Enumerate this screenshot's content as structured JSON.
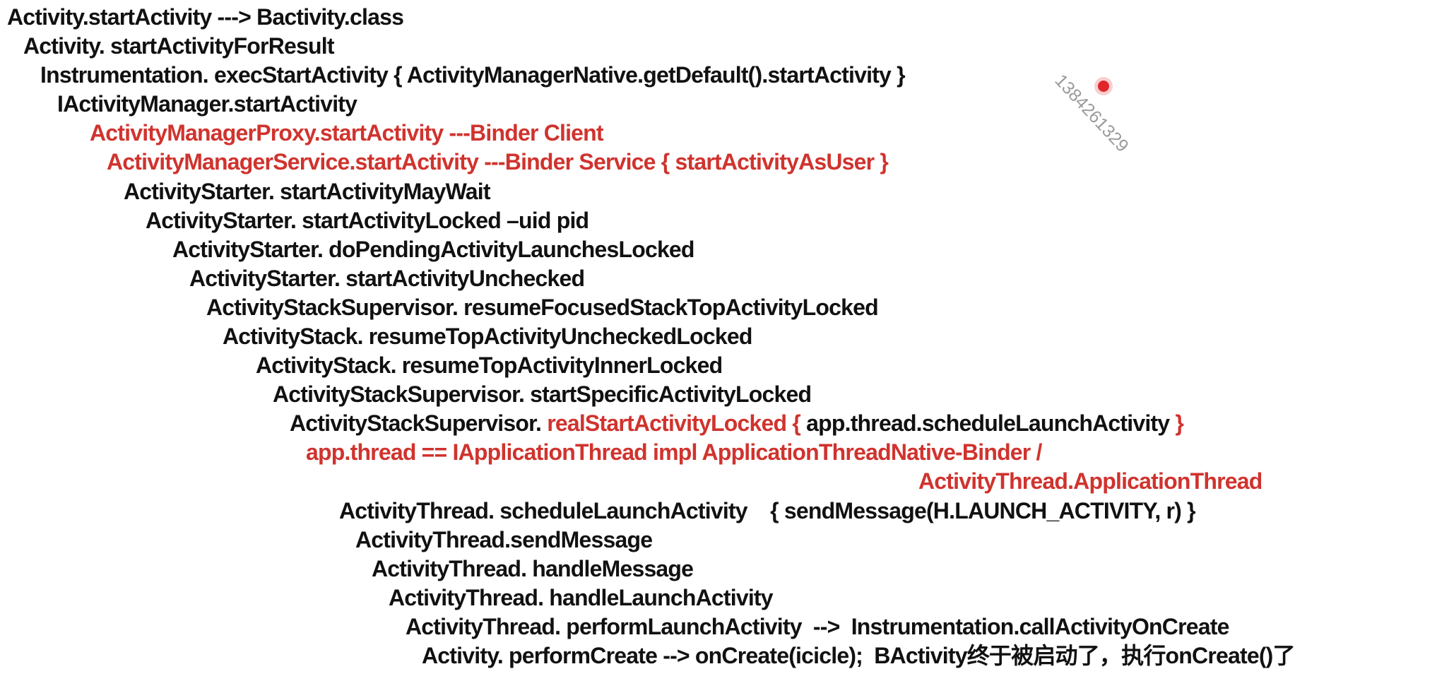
{
  "watermark": "1384261329",
  "accent_color": "#d0332e",
  "lines": [
    {
      "prefix": "Activity.startActivity ---> Bactivity.class"
    },
    {
      "prefix": "Activity. startActivityForResult"
    },
    {
      "prefix": "Instrumentation. execStartActivity { ActivityManagerNative.getDefault().startActivity }"
    },
    {
      "prefix": "IActivityManager.startActivity"
    },
    {
      "red": "ActivityManagerProxy.startActivity ---Binder Client"
    },
    {
      "red": "ActivityManagerService.startActivity ---Binder Service { startActivityAsUser }"
    },
    {
      "prefix": "ActivityStarter. startActivityMayWait"
    },
    {
      "prefix": "ActivityStarter. startActivityLocked –uid pid"
    },
    {
      "prefix": "ActivityStarter. doPendingActivityLaunchesLocked"
    },
    {
      "prefix": "ActivityStarter. startActivityUnchecked"
    },
    {
      "prefix": "ActivityStackSupervisor. resumeFocusedStackTopActivityLocked"
    },
    {
      "prefix": "ActivityStack. resumeTopActivityUncheckedLocked"
    },
    {
      "prefix": "ActivityStack. resumeTopActivityInnerLocked"
    },
    {
      "prefix": "ActivityStackSupervisor. startSpecificActivityLocked"
    },
    {
      "prefix": "ActivityStackSupervisor. ",
      "red": "realStartActivityLocked {",
      "middle": " app.thread.scheduleLaunchActivity ",
      "red2": "}"
    },
    {
      "red": "app.thread == IApplicationThread impl ApplicationThreadNative-Binder /"
    },
    {
      "red": "ActivityThread.ApplicationThread"
    },
    {
      "prefix": "ActivityThread. scheduleLaunchActivity    { sendMessage(H.LAUNCH_ACTIVITY, r) }"
    },
    {
      "prefix": "ActivityThread.sendMessage"
    },
    {
      "prefix": "ActivityThread. handleMessage"
    },
    {
      "prefix": "ActivityThread. handleLaunchActivity"
    },
    {
      "prefix": "ActivityThread. performLaunchActivity  -->  Instrumentation.callActivityOnCreate"
    },
    {
      "prefix": "Activity. performCreate --> onCreate(icicle);  BActivity终于被启动了，执行onCreate()了"
    }
  ]
}
